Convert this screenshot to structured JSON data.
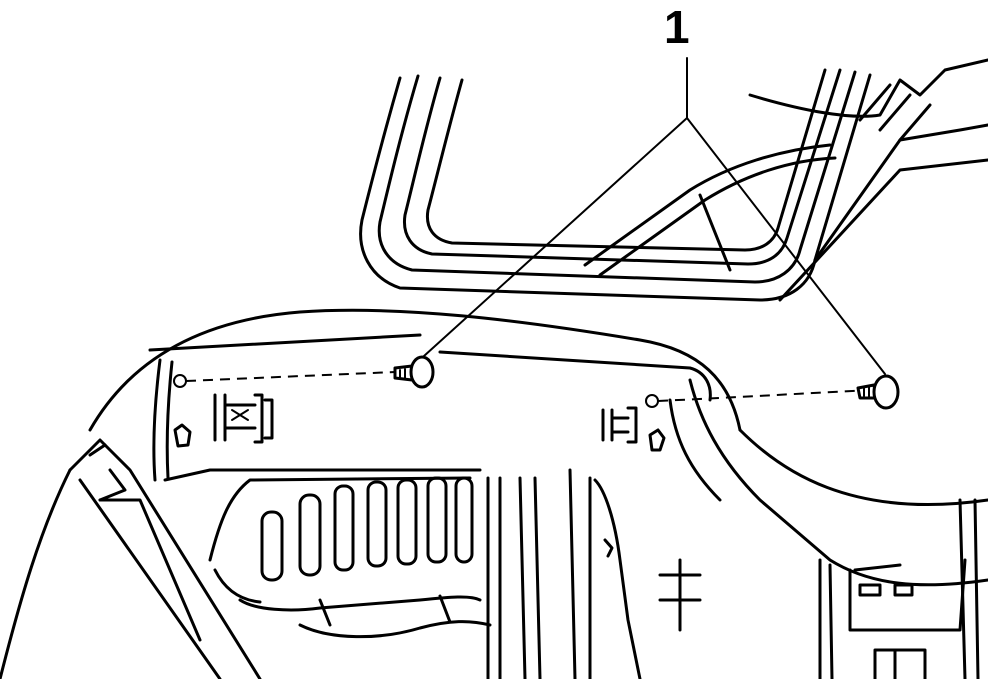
{
  "diagram": {
    "callout": "1",
    "colors": {
      "ink": "#000000",
      "paper": "#ffffff"
    },
    "parts": [
      "body-panel",
      "window-opening",
      "grille",
      "bracket",
      "fastener-left",
      "fastener-right"
    ]
  }
}
